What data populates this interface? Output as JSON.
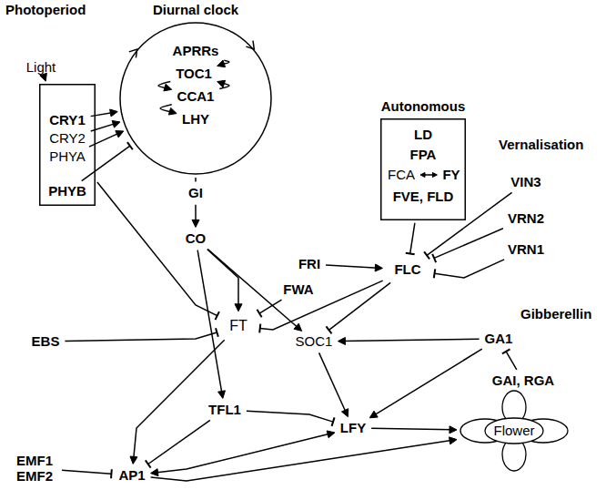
{
  "diagram": {
    "nodes": [
      {
        "text": [
          "Light"
        ]
      },
      {
        "text": [
          "Photoperiod"
        ]
      },
      {
        "text": [
          "CRY1"
        ],
        "in": 1
      },
      {
        "text": [
          "CRY2"
        ],
        "in": 1
      },
      {
        "text": [
          "PHYA"
        ],
        "in": 1
      },
      {
        "text": [
          "PHYB"
        ],
        "in": 1
      },
      {
        "text": [
          "Diurnal clock"
        ]
      },
      {
        "text": [
          "APRRs"
        ],
        "in": 6
      },
      {
        "text": [
          "TOC1"
        ],
        "in": 6
      },
      {
        "text": [
          "CCA1"
        ],
        "in": 6
      },
      {
        "text": [
          "LHY"
        ],
        "in": 6
      },
      {
        "text": [
          "GI"
        ]
      },
      {
        "text": [
          "CO"
        ]
      },
      {
        "text": [
          "Autonomous"
        ]
      },
      {
        "text": [
          "LD"
        ],
        "in": 13
      },
      {
        "text": [
          "FPA"
        ],
        "in": 13
      },
      {
        "text": [
          "FCA"
        ],
        "in": 13
      },
      {
        "text": [
          "FY"
        ],
        "in": 13
      },
      {
        "text": [
          "FVE, FLD"
        ],
        "in": 13
      },
      {
        "text": [
          "FRI"
        ]
      },
      {
        "text": [
          "VIN3"
        ]
      },
      {
        "text": [
          "VRN2"
        ]
      },
      {
        "text": [
          "VRN1"
        ]
      },
      {
        "text": [
          "FLC"
        ]
      },
      {
        "text": [
          "FWA"
        ]
      },
      {
        "text": [
          "EBS"
        ]
      },
      {
        "text": [
          "FT"
        ]
      },
      {
        "text": [
          "SOC1"
        ]
      },
      {
        "text": [
          "GA1"
        ]
      },
      {
        "text": [
          "GAI, RGA"
        ]
      },
      {
        "text": [
          "TFL1"
        ]
      },
      {
        "text": [
          "EMF1 EMF2"
        ]
      },
      {
        "text": [
          "AP1"
        ]
      },
      {
        "text": [
          "LFY"
        ]
      },
      {
        "text": [
          "Flower"
        ]
      }
    ],
    "edges": [
      {
        "from": 0,
        "to": 1,
        "arrow": "to"
      },
      {
        "from": 2,
        "to": 6,
        "arrow": "to"
      },
      {
        "from": 3,
        "to": 6,
        "arrow": "to"
      },
      {
        "from": 4,
        "to": 6,
        "arrow": "to"
      },
      {
        "from": 5,
        "to": 6,
        "arrow": "to"
      },
      {
        "from": 7,
        "to": 8,
        "arrow": "to"
      },
      {
        "from": 8,
        "to": 9,
        "arrow": "to"
      },
      {
        "from": 9,
        "to": 8,
        "arrow": "to"
      },
      {
        "from": 9,
        "to": 10,
        "arrow": "to"
      },
      {
        "from": 6,
        "to": 11,
        "arrow": "none"
      },
      {
        "from": 11,
        "to": 12,
        "arrow": "to"
      },
      {
        "from": 1,
        "to": 26,
        "arrow": "to"
      },
      {
        "from": 12,
        "to": 26,
        "arrow": "to"
      },
      {
        "from": 12,
        "to": 30,
        "arrow": "to"
      },
      {
        "from": 12,
        "to": 27,
        "arrow": "to"
      },
      {
        "from": 24,
        "to": 26,
        "arrow": "to"
      },
      {
        "from": 25,
        "to": 26,
        "arrow": "to"
      },
      {
        "from": 16,
        "to": 17,
        "arrow": "both"
      },
      {
        "from": 19,
        "to": 23,
        "arrow": "to"
      },
      {
        "from": 13,
        "to": 23,
        "arrow": "to"
      },
      {
        "from": 20,
        "to": 23,
        "arrow": "to"
      },
      {
        "from": 21,
        "to": 23,
        "arrow": "to"
      },
      {
        "from": 22,
        "to": 23,
        "arrow": "to"
      },
      {
        "from": 23,
        "to": 26,
        "arrow": "to"
      },
      {
        "from": 23,
        "to": 27,
        "arrow": "to"
      },
      {
        "from": 29,
        "to": 28,
        "arrow": "to"
      },
      {
        "from": 28,
        "to": 27,
        "arrow": "to"
      },
      {
        "from": 28,
        "to": 33,
        "arrow": "to"
      },
      {
        "from": 27,
        "to": 33,
        "arrow": "to"
      },
      {
        "from": 26,
        "to": 32,
        "arrow": "to"
      },
      {
        "from": 30,
        "to": 32,
        "arrow": "to"
      },
      {
        "from": 30,
        "to": 33,
        "arrow": "to"
      },
      {
        "from": 31,
        "to": 32,
        "arrow": "to"
      },
      {
        "from": 32,
        "to": 33,
        "arrow": "both"
      },
      {
        "from": 33,
        "to": 34,
        "arrow": "to"
      },
      {
        "from": 32,
        "to": 34,
        "arrow": "to"
      }
    ],
    "labels": [
      "Vernalisation",
      "Gibberellin"
    ]
  }
}
